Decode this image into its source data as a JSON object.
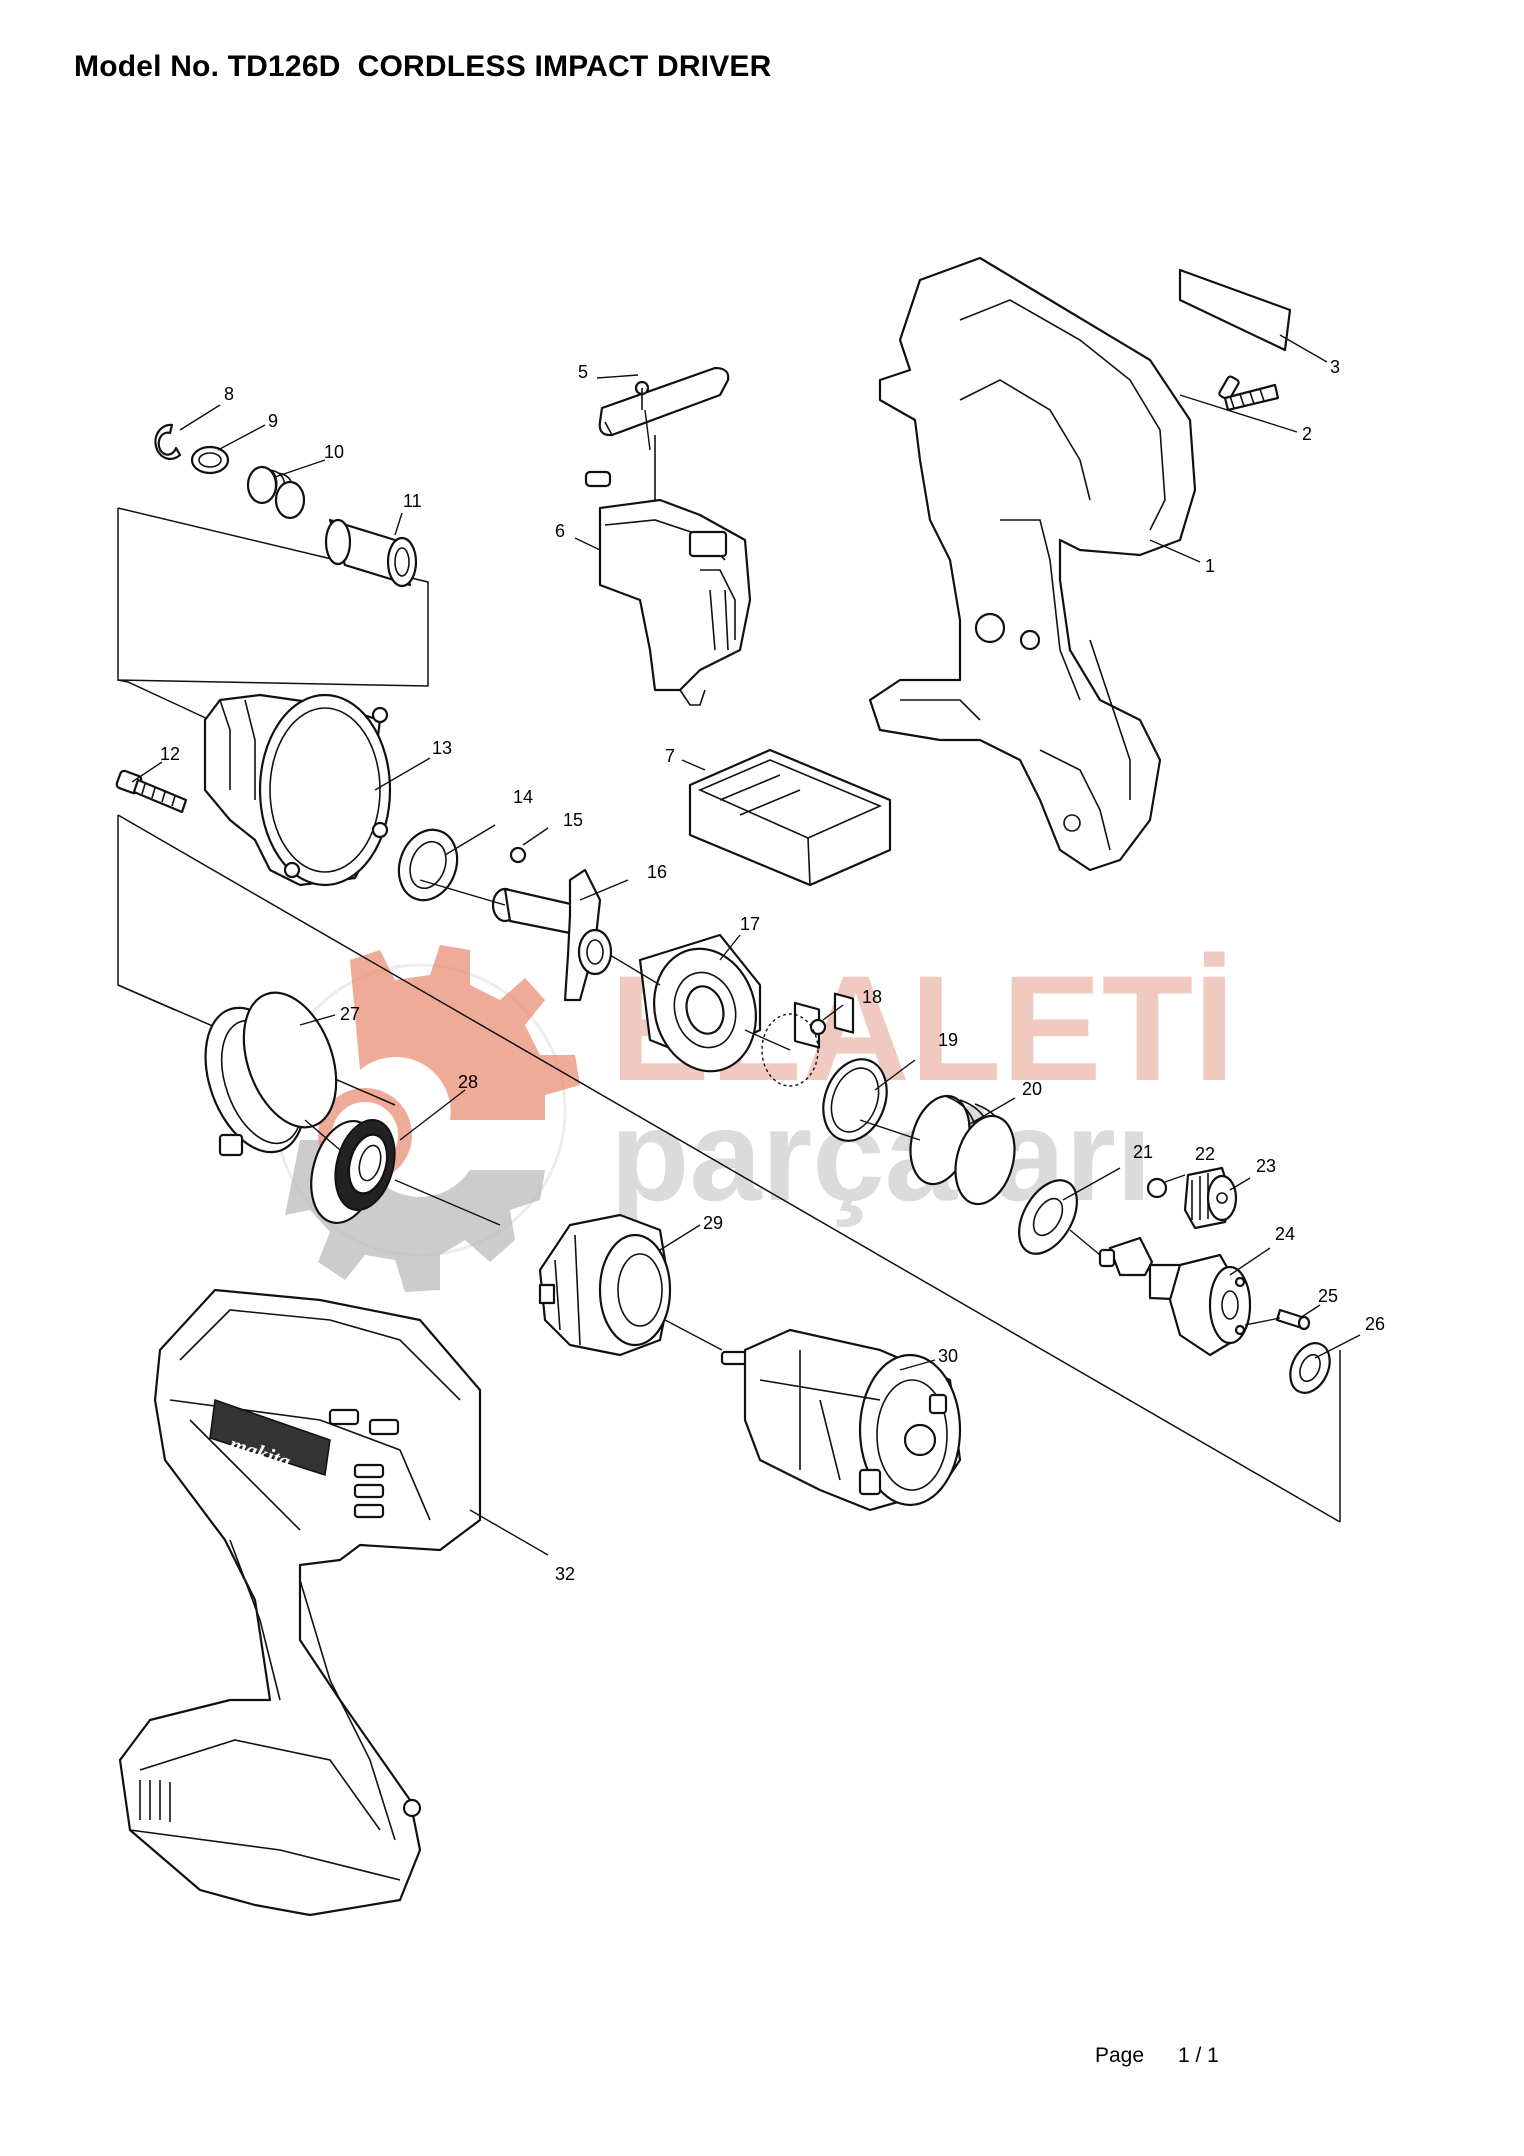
{
  "document": {
    "title": "Model No. TD126D  CORDLESS IMPACT DRIVER",
    "page_label": "Page",
    "page_number": "1 / 1"
  },
  "watermark": {
    "line1": "ELALETİ",
    "line2": "parçaları",
    "gear_color": "#e0603a",
    "text_color_1": "#e8a596",
    "text_color_2": "#bdbdbd"
  },
  "callouts": [
    "1",
    "2",
    "3",
    "5",
    "6",
    "7",
    "8",
    "9",
    "10",
    "11",
    "12",
    "13",
    "14",
    "15",
    "16",
    "17",
    "18",
    "19",
    "20",
    "21",
    "22",
    "23",
    "24",
    "25",
    "26",
    "27",
    "28",
    "29",
    "30",
    "32"
  ]
}
